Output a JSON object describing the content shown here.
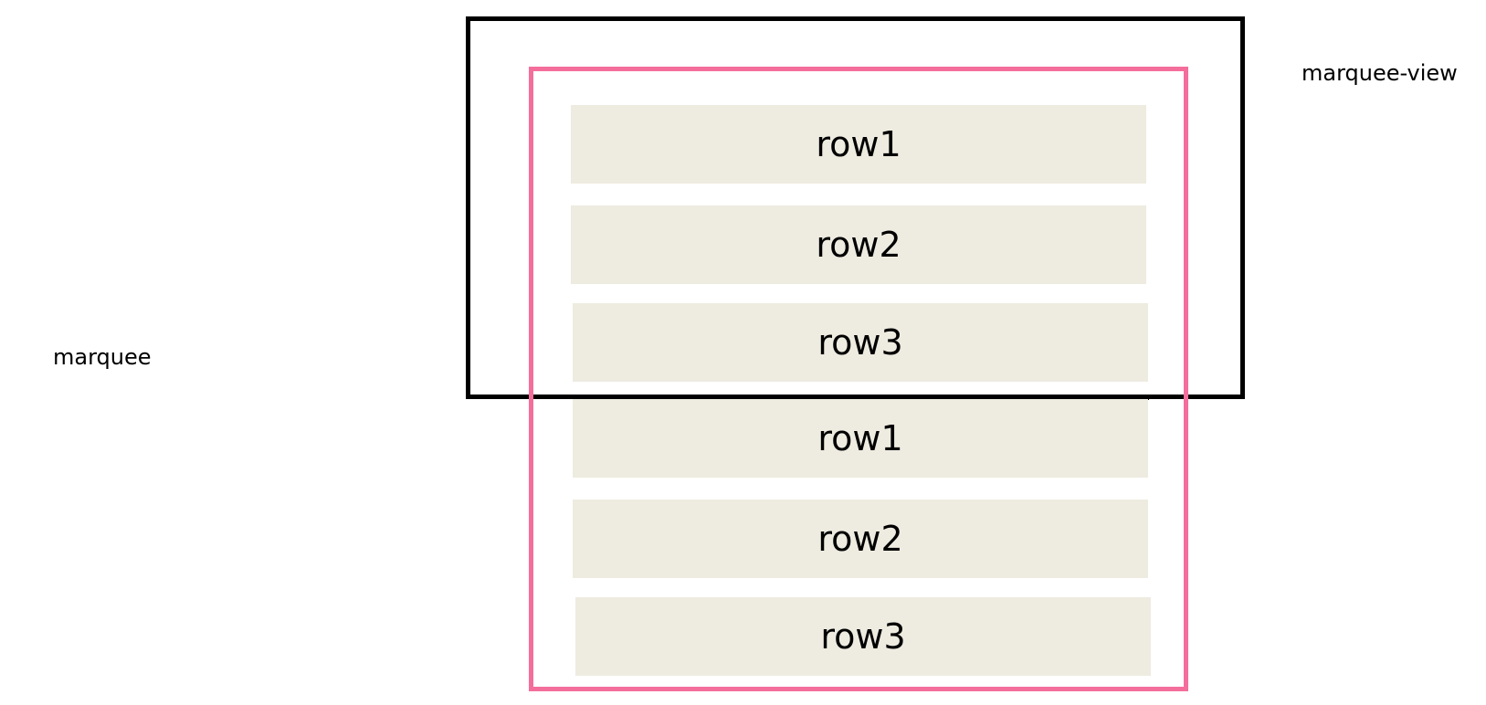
{
  "labels": {
    "view": "marquee-view",
    "marquee": "marquee"
  },
  "rows": [
    {
      "label": "row1"
    },
    {
      "label": "row2"
    },
    {
      "label": "row3"
    },
    {
      "label": "row1"
    },
    {
      "label": "row2"
    },
    {
      "label": "row3"
    }
  ],
  "colors": {
    "view_border": "#000000",
    "marquee_border": "#f46e9c",
    "row_fill": "#eeebe0"
  }
}
